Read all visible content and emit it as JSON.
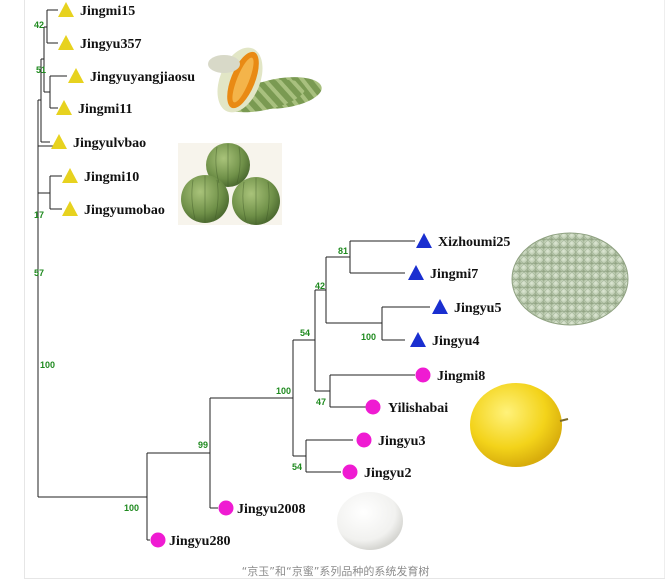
{
  "caption": "“京玉”和“京蜜”系列品种的系统发育树",
  "colors": {
    "yellow_group": "#e7d21f",
    "blue_group": "#1a2fd0",
    "magenta_group": "#ef1bd2",
    "bootstrap": "#1f8a1f"
  },
  "taxa": [
    {
      "label": "Jingmi15",
      "group": "yellow",
      "marker": "triangle"
    },
    {
      "label": "Jingyu357",
      "group": "yellow",
      "marker": "triangle"
    },
    {
      "label": "Jingyuyangjiaosu",
      "group": "yellow",
      "marker": "triangle"
    },
    {
      "label": "Jingmi11",
      "group": "yellow",
      "marker": "triangle"
    },
    {
      "label": "Jingyulvbao",
      "group": "yellow",
      "marker": "triangle"
    },
    {
      "label": "Jingmi10",
      "group": "yellow",
      "marker": "triangle"
    },
    {
      "label": "Jingyumobao",
      "group": "yellow",
      "marker": "triangle"
    },
    {
      "label": "Xizhoumi25",
      "group": "blue",
      "marker": "triangle"
    },
    {
      "label": "Jingmi7",
      "group": "blue",
      "marker": "triangle"
    },
    {
      "label": "Jingyu5",
      "group": "blue",
      "marker": "triangle"
    },
    {
      "label": "Jingyu4",
      "group": "blue",
      "marker": "triangle"
    },
    {
      "label": "Jingmi8",
      "group": "magenta",
      "marker": "circle"
    },
    {
      "label": "Yilishabai",
      "group": "magenta",
      "marker": "circle"
    },
    {
      "label": "Jingyu3",
      "group": "magenta",
      "marker": "circle"
    },
    {
      "label": "Jingyu2",
      "group": "magenta",
      "marker": "circle"
    },
    {
      "label": "Jingyu2008",
      "group": "magenta",
      "marker": "circle"
    },
    {
      "label": "Jingyu280",
      "group": "magenta",
      "marker": "circle"
    }
  ],
  "bootstrap_values": [
    "42",
    "51",
    "17",
    "57",
    "100",
    "81",
    "42",
    "54",
    "100",
    "100",
    "47",
    "54",
    "99",
    "100"
  ],
  "photos": [
    "striped-green-melon-photo",
    "round-green-melon-photo",
    "netted-cantaloupe-photo",
    "yellow-melon-photo",
    "white-melon-photo"
  ]
}
